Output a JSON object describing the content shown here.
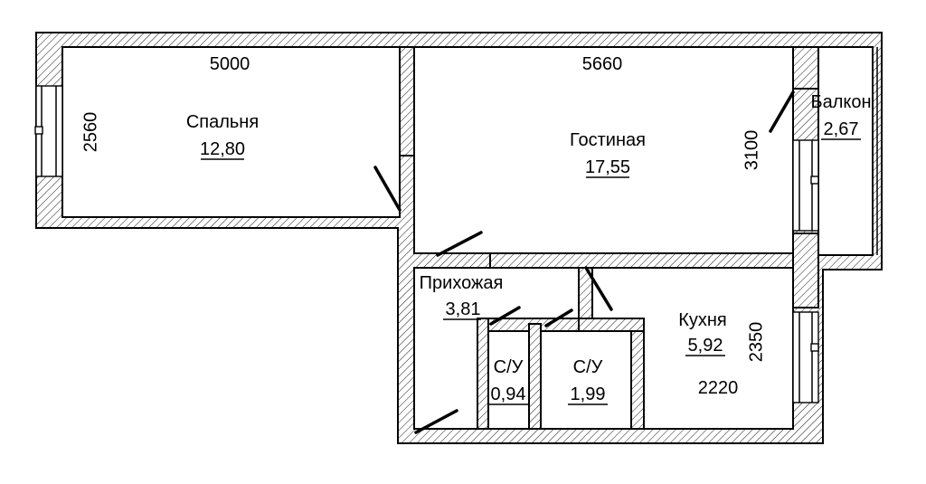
{
  "rooms": {
    "bedroom": {
      "name": "Спальня",
      "area": "12,80"
    },
    "living": {
      "name": "Гостиная",
      "area": "17,55"
    },
    "balcony": {
      "name": "Балкон",
      "area": "2,67"
    },
    "hallway": {
      "name": "Прихожая",
      "area": "3,81"
    },
    "kitchen": {
      "name": "Кухня",
      "area": "5,92"
    },
    "wc_small": {
      "name": "С/У",
      "area": "0,94"
    },
    "wc_large": {
      "name": "С/У",
      "area": "1,99"
    }
  },
  "dimensions": {
    "bedroom_width": "5000",
    "bedroom_depth": "2560",
    "living_width": "5660",
    "living_depth": "3100",
    "kitchen_width": "2220",
    "kitchen_depth": "2350"
  }
}
